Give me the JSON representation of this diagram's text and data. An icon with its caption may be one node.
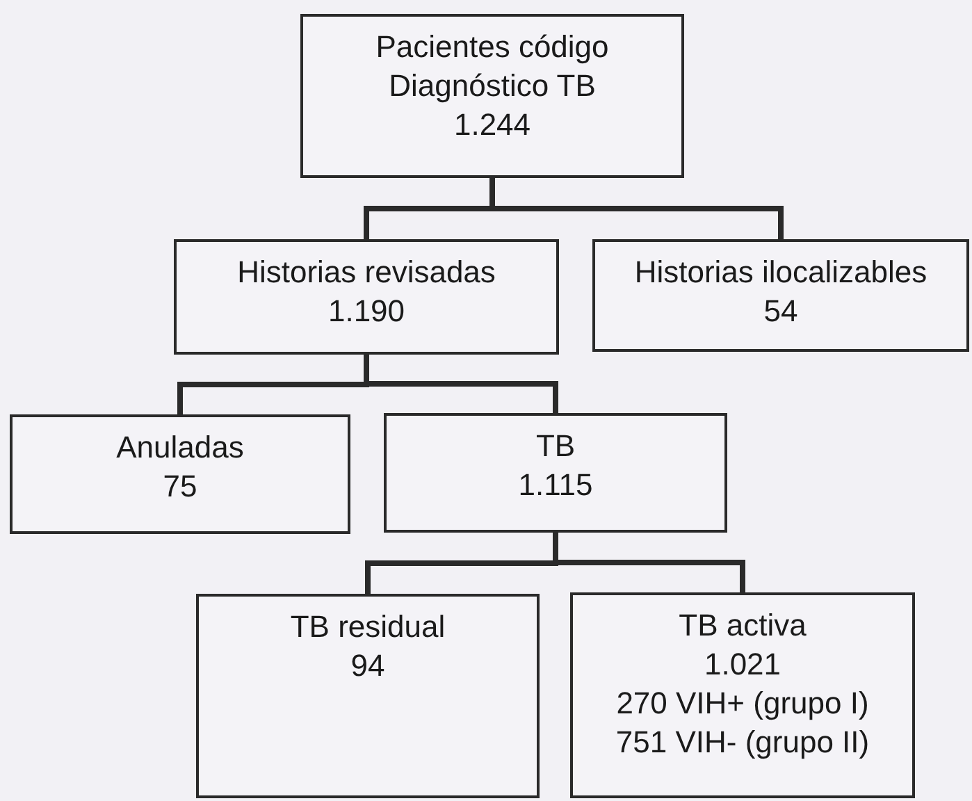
{
  "diagram": {
    "nodes": [
      {
        "text": [
          "Pacientes código Diagnóstico TB",
          "1.244"
        ]
      },
      {
        "text": [
          "Historias revisadas",
          "1.190"
        ]
      },
      {
        "text": [
          "Historias ilocalizables",
          "54"
        ]
      },
      {
        "text": [
          "Anuladas",
          "75"
        ]
      },
      {
        "text": [
          "TB",
          "1.115"
        ]
      },
      {
        "text": [
          "TB residual",
          "94"
        ]
      },
      {
        "text": [
          "TB activa",
          "1.021",
          "270 VIH+ (grupo I)",
          "751 VIH- (grupo II)"
        ]
      }
    ],
    "edges": [
      {
        "from": 0,
        "to": 1,
        "arrow": "none"
      },
      {
        "from": 0,
        "to": 2,
        "arrow": "none"
      },
      {
        "from": 1,
        "to": 3,
        "arrow": "none"
      },
      {
        "from": 1,
        "to": 4,
        "arrow": "none"
      },
      {
        "from": 4,
        "to": 5,
        "arrow": "none"
      },
      {
        "from": 4,
        "to": 6,
        "arrow": "none"
      }
    ]
  }
}
